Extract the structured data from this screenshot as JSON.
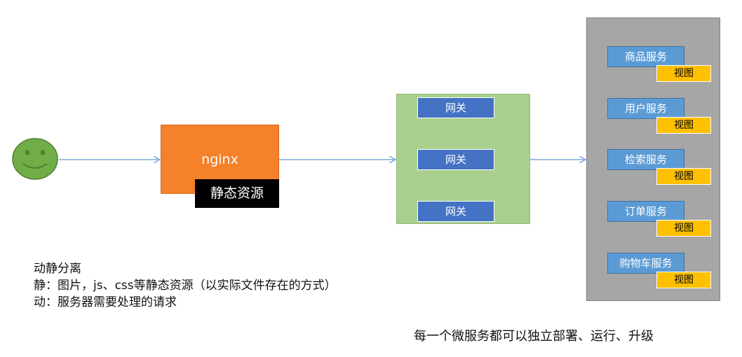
{
  "nginx": {
    "label": "nginx",
    "static_tag": "静态资源"
  },
  "gateways": [
    "网关",
    "网关",
    "网关"
  ],
  "services": [
    {
      "name": "商品服务",
      "view": "视图"
    },
    {
      "name": "用户服务",
      "view": "视图"
    },
    {
      "name": "检索服务",
      "view": "视图"
    },
    {
      "name": "订单服务",
      "view": "视图"
    },
    {
      "name": "购物车服务",
      "view": "视图"
    }
  ],
  "notes": {
    "title": "动静分离",
    "static_line": "静：图片，js、css等静态资源（以实际文件存在的方式）",
    "dynamic_line": "动：服务器需要处理的请求"
  },
  "footer_note": "每一个微服务都可以独立部署、运行、升级",
  "colors": {
    "nginx": "#f5812a",
    "gateway_bg": "#a9d08e",
    "gateway_item": "#4472c4",
    "services_bg": "#a6a6a6",
    "service_item": "#5b9bd5",
    "view_tag": "#ffc000",
    "arrow": "#7fa7d9",
    "user": "#70ad47"
  },
  "icons": {
    "user": "smiley-face-icon"
  }
}
